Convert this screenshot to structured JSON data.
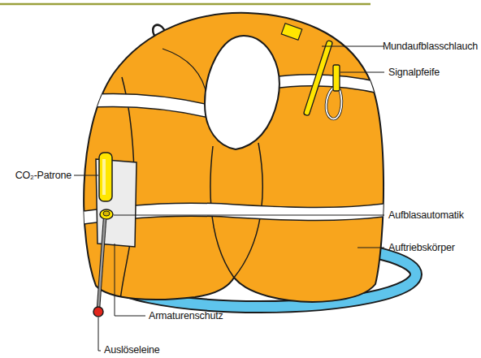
{
  "diagram": {
    "labels": [
      "Mundaufblasschlauch",
      "Signalpfeife",
      "CO₂-Patrone",
      "Aufblasautomatik",
      "Auftriebskörper",
      "Armaturenschutz",
      "Auslöseleine"
    ]
  }
}
